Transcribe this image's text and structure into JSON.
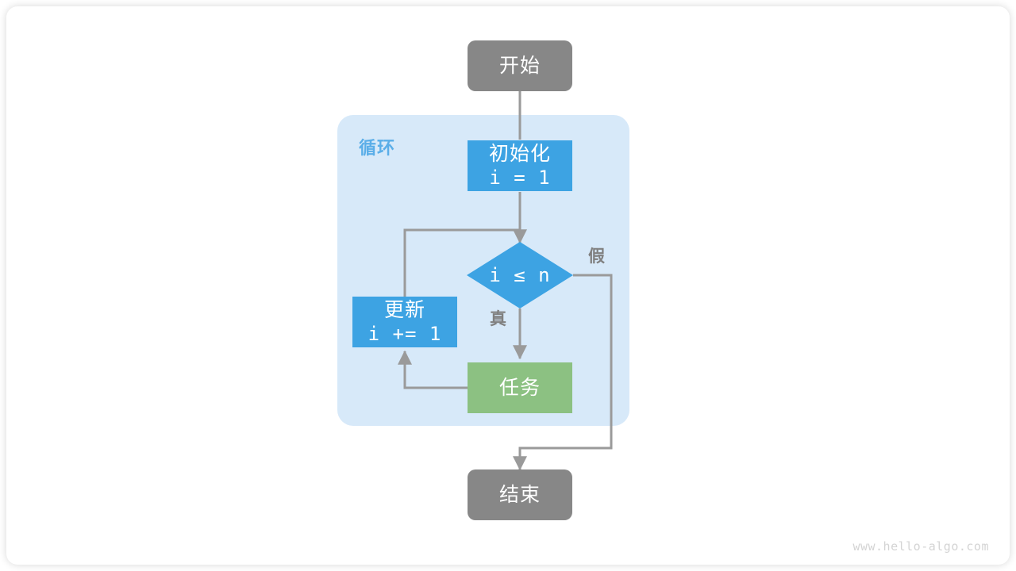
{
  "diagram": {
    "title_watermark": "www.hello-algo.com",
    "group": {
      "label": "循环",
      "fill": "#d7e9f9"
    },
    "colors": {
      "terminal": "#878787",
      "process": "#3da3e3",
      "decision": "#3da3e3",
      "task": "#8cc182",
      "edge": "#9a9a9a",
      "group_bg": "#d7e9f9",
      "group_label": "#5aaee8",
      "edge_label": "#808080",
      "node_text": "#ffffff",
      "watermark": "#d4d4d4"
    },
    "nodes": {
      "start": {
        "label": "开始"
      },
      "init": {
        "label_cjk": "初始化",
        "label_code": "i = 1"
      },
      "condition": {
        "label_code": "i ≤ n"
      },
      "update": {
        "label_cjk": "更新",
        "label_code": "i += 1"
      },
      "task": {
        "label": "任务"
      },
      "end": {
        "label": "结束"
      }
    },
    "edge_labels": {
      "true": "真",
      "false": "假"
    }
  }
}
